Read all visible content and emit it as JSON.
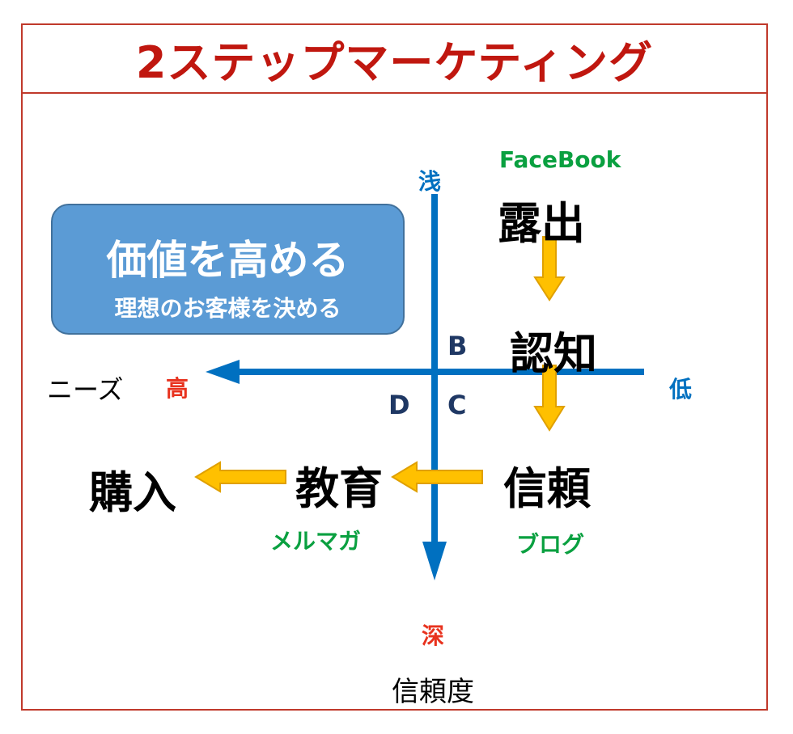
{
  "title": "2ステップマーケティング",
  "value_box": {
    "title": "価値を高める",
    "subtitle": "理想のお客様を決める"
  },
  "axes": {
    "vertical_top": "浅",
    "vertical_bottom": "深",
    "vertical_caption": "信頼度",
    "horizontal_left_caption": "ニーズ",
    "horizontal_left": "高",
    "horizontal_right": "低"
  },
  "quadrants": {
    "b": "B",
    "c": "C",
    "d": "D"
  },
  "steps": {
    "exposure": "露出",
    "awareness": "認知",
    "trust": "信頼",
    "education": "教育",
    "purchase": "購入"
  },
  "channels": {
    "facebook": "FaceBook",
    "blog": "ブログ",
    "mailmag": "メルマガ"
  },
  "colors": {
    "title_red": "#c0170f",
    "axis_blue": "#0070c0",
    "label_red": "#e8321e",
    "channel_green": "#0aa040",
    "arrow_fill": "#ffc000",
    "arrow_stroke": "#e0a000",
    "box_fill": "#5b9bd5",
    "quadrant_navy": "#1f3864"
  }
}
